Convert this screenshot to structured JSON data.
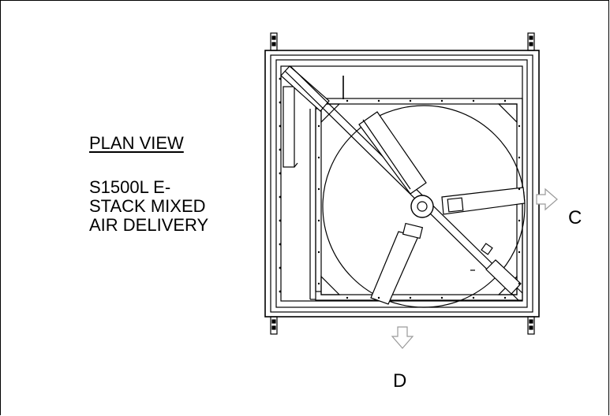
{
  "view": {
    "title": "PLAN VIEW",
    "subtitle_lines": [
      "S1500L E-",
      "STACK MIXED",
      "AIR DELIVERY"
    ]
  },
  "labels": {
    "outlet_c": "C",
    "outlet_d": "D"
  },
  "colors": {
    "line": "#000000",
    "arrow": "#9a9a9a"
  }
}
